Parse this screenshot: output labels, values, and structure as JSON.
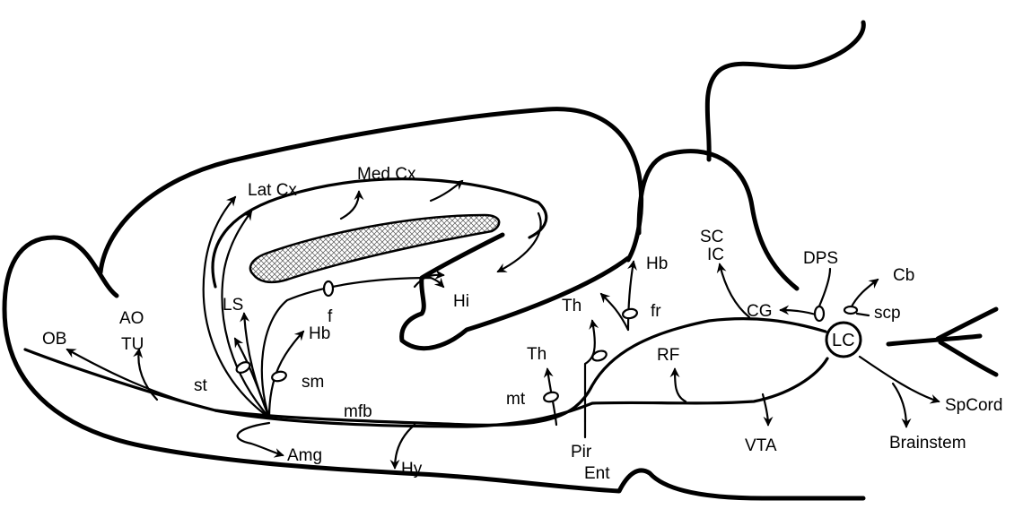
{
  "diagram": {
    "colors": {
      "ink": "#000000",
      "background": "#ffffff",
      "hatch": "#555555"
    },
    "labels": {
      "lat_cx": "Lat Cx",
      "med_cx": "Med Cx",
      "ao": "AO",
      "tu": "TU",
      "ob": "OB",
      "ls": "LS",
      "f": "f",
      "hi": "Hi",
      "hb_sm": "Hb",
      "st": "st",
      "sm": "sm",
      "mfb": "mfb",
      "amg": "Amg",
      "hy": "Hy",
      "th_mt": "Th",
      "mt": "mt",
      "th_upper": "Th",
      "pir": "Pir",
      "ent": "Ent",
      "hb_fr": "Hb",
      "fr": "fr",
      "rf": "RF",
      "vta": "VTA",
      "sc": "SC",
      "ic": "IC",
      "cg": "CG",
      "dps": "DPS",
      "cb": "Cb",
      "scp": "scp",
      "lc": "LC",
      "spcord": "SpCord",
      "brainstem": "Brainstem"
    }
  }
}
